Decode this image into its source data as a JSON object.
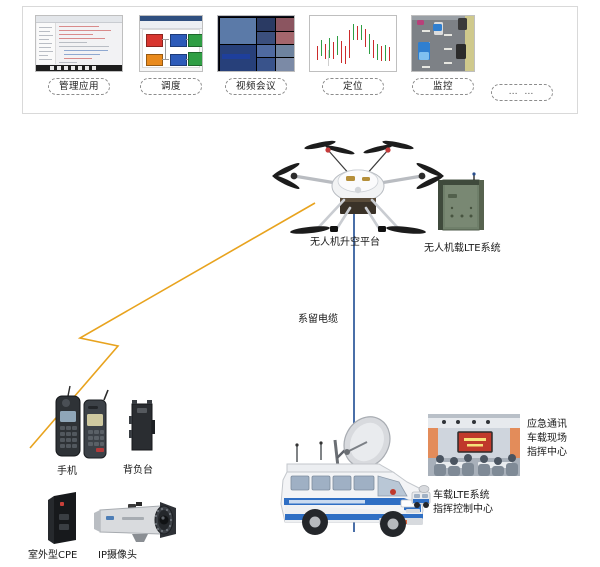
{
  "diagram": {
    "title_hidden": "",
    "colors": {
      "tether_cable": "#4a6fa8",
      "wireless_link": "#e8a31e",
      "panel_border": "#d9d9d9",
      "text": "#1a1a1a"
    }
  },
  "app_panel": {
    "items": [
      {
        "label": "管理应用",
        "thumb": "ide-screenshot-thumbnail"
      },
      {
        "label": "调度",
        "thumb": "flowchart-dispatch-thumbnail"
      },
      {
        "label": "视频会议",
        "thumb": "video-conference-wall-thumbnail"
      },
      {
        "label": "定位",
        "thumb": "candlestick-chart-thumbnail"
      },
      {
        "label": "监控",
        "thumb": "traffic-surveillance-thumbnail"
      },
      {
        "label": "… …",
        "thumb": ""
      }
    ]
  },
  "scene": {
    "drone_platform_label": "无人机升空平台",
    "drone_lte_label": "无人机载LTE系统",
    "tether_label": "系留电缆",
    "phone_label": "手机",
    "backpack_label": "背负台",
    "cpe_label": "室外型CPE",
    "ipcam_label": "IP摄像头",
    "vehicle_lte_label_line1": "车载LTE系统",
    "vehicle_lte_label_line2": "指挥控制中心",
    "command_center_line1": "应急通讯",
    "command_center_line2": "车载现场",
    "command_center_line3": "指挥中心"
  }
}
